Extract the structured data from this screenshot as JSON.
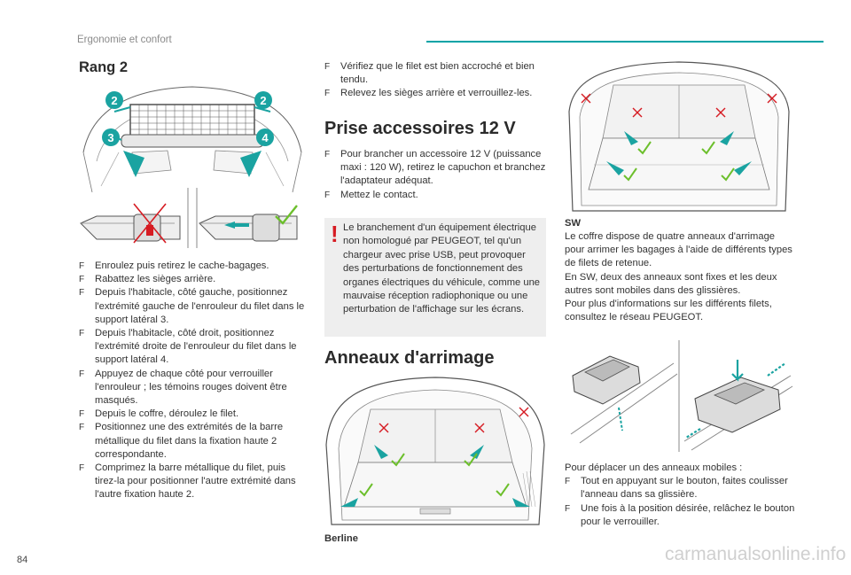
{
  "header": {
    "section": "Ergonomie et confort",
    "accent_color": "#00a3a6"
  },
  "rang2": {
    "title": "Rang 2",
    "callouts": [
      "2",
      "2",
      "3",
      "4"
    ],
    "steps": [
      "Enroulez puis retirez le cache-bagages.",
      "Rabattez les sièges arrière.",
      "Depuis l'habitacle, côté gauche, positionnez l'extrémité gauche de l'enrouleur du filet dans le support latéral 3.",
      "Depuis l'habitacle, côté droit, positionnez l'extrémité droite de l'enrouleur du filet dans le support latéral 4.",
      "Appuyez de chaque côté pour verrouiller l'enrouleur ; les témoins rouges doivent être masqués.",
      "Depuis le coffre, déroulez le filet.",
      "Positionnez une des extrémités de la barre métallique du filet dans la fixation haute 2 correspondante.",
      "Comprimez la barre métallique du filet, puis tirez-la pour positionner l'autre extrémité dans l'autre fixation haute 2."
    ]
  },
  "middle_top": {
    "steps": [
      "Vérifiez que le filet est bien accroché et bien tendu.",
      "Relevez les sièges arrière et verrouillez-les."
    ]
  },
  "prise": {
    "title": "Prise accessoires 12 V",
    "steps": [
      "Pour brancher un accessoire 12 V (puissance maxi : 120 W), retirez le capuchon et branchez l'adaptateur adéquat.",
      "Mettez le contact."
    ],
    "warning": "Le branchement d'un équipement électrique non homologué par PEUGEOT, tel qu'un chargeur avec prise USB, peut provoquer des perturbations de fonctionnement des organes électriques du véhicule, comme une mauvaise réception radiophonique ou une perturbation de l'affichage sur les écrans."
  },
  "anneaux": {
    "title": "Anneaux d'arrimage",
    "berline_caption": "Berline",
    "sw_title": "SW",
    "sw_text": "Le coffre dispose de quatre anneaux d'arrimage pour arrimer les bagages à l'aide de différents types de filets de retenue.\nEn SW, deux des anneaux sont fixes et les deux autres sont mobiles dans des glissières.\nPour plus d'informations sur les différents filets, consultez le réseau PEUGEOT.",
    "mobile_intro": "Pour déplacer un des anneaux mobiles :",
    "mobile_steps": [
      "Tout en appuyant sur le bouton, faites coulisser l'anneau dans sa glissière.",
      "Une fois à la position désirée, relâchez le bouton pour le verrouiller."
    ]
  },
  "footer": {
    "page_number": "84",
    "watermark": "carmanualsonline.info"
  },
  "icons": {
    "bullet": "F-bullet",
    "warning": "exclamation-icon",
    "check": "check-icon",
    "cross": "cross-icon"
  },
  "colors": {
    "check": "#6cbf2c",
    "cross": "#d61b22",
    "arrow": "#1aa3a1"
  }
}
